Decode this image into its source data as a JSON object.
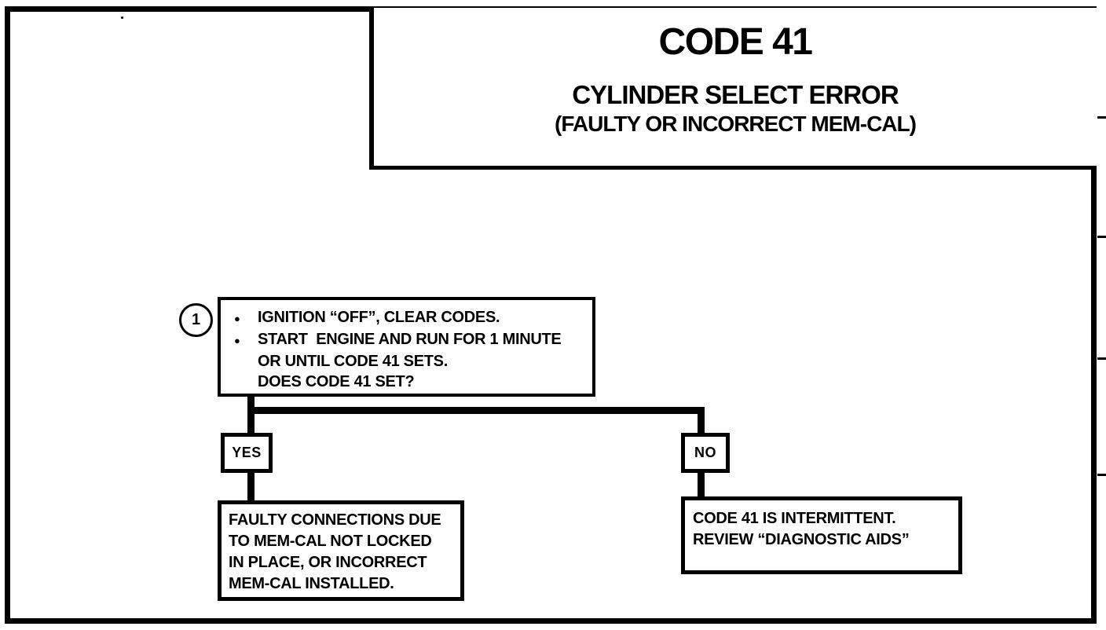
{
  "header": {
    "code": "CODE 41",
    "title": "CYLINDER SELECT ERROR",
    "subtitle": "(FAULTY OR INCORRECT MEM-CAL)"
  },
  "step1": {
    "marker": "1",
    "lines": [
      {
        "bullet": "●",
        "text": "IGNITION “OFF”, CLEAR CODES."
      },
      {
        "bullet": "●",
        "text": "START  ENGINE AND RUN FOR 1 MINUTE"
      },
      {
        "bullet": "",
        "text": "OR UNTIL CODE 41 SETS."
      },
      {
        "bullet": "",
        "text": "DOES CODE 41 SET?"
      }
    ]
  },
  "branches": {
    "yes_label": "YES",
    "no_label": "NO"
  },
  "results": {
    "yes_outcome": "FAULTY CONNECTIONS DUE\nTO MEM-CAL NOT LOCKED\nIN PLACE, OR INCORRECT\nMEM-CAL INSTALLED.",
    "no_outcome": "CODE 41 IS INTERMITTENT.\nREVIEW “DIAGNOSTIC AIDS”"
  }
}
